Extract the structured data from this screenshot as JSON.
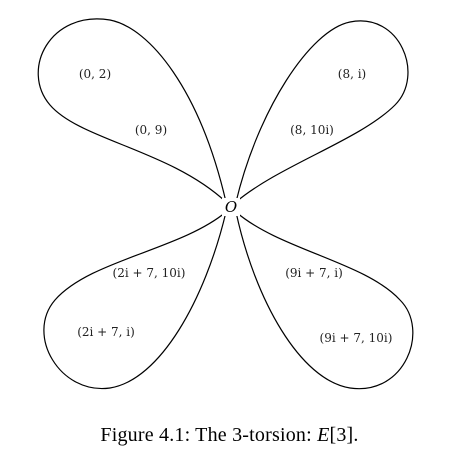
{
  "diagram": {
    "origin_label": "O",
    "petals": [
      {
        "position": "top-left",
        "outer_label": "(0, 2)",
        "inner_label": "(0, 9)"
      },
      {
        "position": "top-right",
        "outer_label": "(8, i)",
        "inner_label": "(8, 10i)"
      },
      {
        "position": "bottom-left",
        "outer_label": "(2i + 7, i)",
        "inner_label": "(2i + 7, 10i)"
      },
      {
        "position": "bottom-right",
        "outer_label": "(9i + 7, 10i)",
        "inner_label": "(9i + 7, i)"
      }
    ]
  },
  "caption": {
    "prefix": "Figure 4.1:  The 3-torsion: ",
    "var": "E",
    "suffix": "[3]."
  },
  "colors": {
    "stroke": "#000000",
    "background": "#ffffff"
  }
}
